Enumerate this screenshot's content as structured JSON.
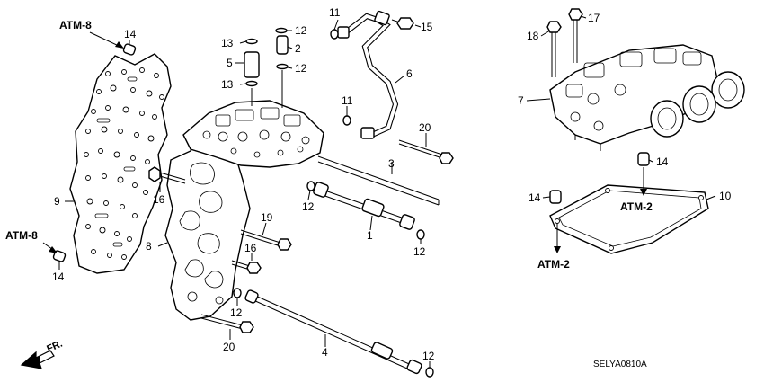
{
  "callouts": [
    {
      "id": "c11a",
      "text": "11"
    },
    {
      "id": "c15",
      "text": "15"
    },
    {
      "id": "c12a",
      "text": "12"
    },
    {
      "id": "c2",
      "text": "2"
    },
    {
      "id": "c13a",
      "text": "13"
    },
    {
      "id": "c5",
      "text": "5"
    },
    {
      "id": "c12b",
      "text": "12"
    },
    {
      "id": "c13b",
      "text": "13"
    },
    {
      "id": "c6",
      "text": "6"
    },
    {
      "id": "c11b",
      "text": "11"
    },
    {
      "id": "c20a",
      "text": "20"
    },
    {
      "id": "c14a",
      "text": "14"
    },
    {
      "id": "c3",
      "text": "3"
    },
    {
      "id": "c9",
      "text": "9"
    },
    {
      "id": "c16a",
      "text": "16"
    },
    {
      "id": "c12c",
      "text": "12"
    },
    {
      "id": "c19",
      "text": "19"
    },
    {
      "id": "c1",
      "text": "1"
    },
    {
      "id": "c12d",
      "text": "12"
    },
    {
      "id": "c8",
      "text": "8"
    },
    {
      "id": "c16b",
      "text": "16"
    },
    {
      "id": "c14b",
      "text": "14"
    },
    {
      "id": "c12e",
      "text": "12"
    },
    {
      "id": "c20b",
      "text": "20"
    },
    {
      "id": "c4",
      "text": "4"
    },
    {
      "id": "c12f",
      "text": "12"
    },
    {
      "id": "c18",
      "text": "18"
    },
    {
      "id": "c17",
      "text": "17"
    },
    {
      "id": "c7",
      "text": "7"
    },
    {
      "id": "c14c",
      "text": "14"
    },
    {
      "id": "c14d",
      "text": "14"
    },
    {
      "id": "c10",
      "text": "10"
    }
  ],
  "refs": {
    "atm8_top": "ATM-8",
    "atm8_bottom": "ATM-8",
    "atm2_right": "ATM-2",
    "atm2_bottom": "ATM-2"
  },
  "direction_label": "FR.",
  "diagram_code": "SELYA0810A"
}
